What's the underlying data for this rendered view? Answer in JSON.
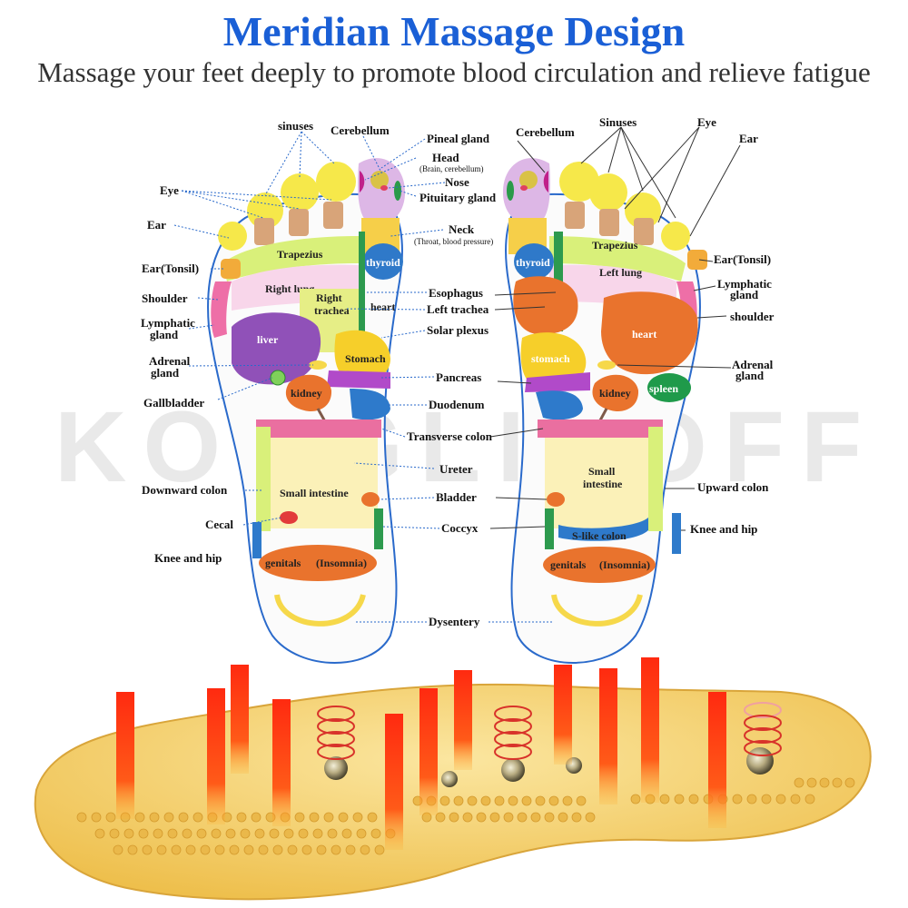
{
  "header": {
    "title": "Meridian Massage Design",
    "subtitle": "Massage your feet deeply to promote blood circulation and relieve fatigue"
  },
  "watermark": "KONGLIAOFF",
  "left_foot_labels": {
    "sinuses": "sinuses",
    "cerebellum": "Cerebellum",
    "eye": "Eye",
    "ear": "Ear",
    "ear_tonsil": "Ear(Tonsil)",
    "shoulder": "Shoulder",
    "lymphatic": "Lymphatic",
    "gland": "gland",
    "adrenal": "Adrenal",
    "adrenal_gland": "gland",
    "gallbladder": "Gallbladder",
    "downward_colon": "Downward colon",
    "cecal": "Cecal",
    "knee_hip": "Knee and hip"
  },
  "center_labels": {
    "pineal_gland": "Pineal gland",
    "head": "Head",
    "head_sub": "(Brain, cerebellum)",
    "nose": "Nose",
    "pituitary_gland": "Pituitary gland",
    "neck": "Neck",
    "neck_sub": "(Throat, blood pressure)",
    "esophagus": "Esophagus",
    "left_trachea": "Left trachea",
    "solar_plexus": "Solar plexus",
    "pancreas": "Pancreas",
    "duodenum": "Duodenum",
    "transverse_colon": "Transverse colon",
    "ureter": "Ureter",
    "bladder": "Bladder",
    "coccyx": "Coccyx",
    "dysentery": "Dysentery"
  },
  "right_foot_labels": {
    "cerebellum": "Cerebellum",
    "sinuses": "Sinuses",
    "eye": "Eye",
    "ear": "Ear",
    "ear_tonsil": "Ear(Tonsil)",
    "lymphatic": "Lymphatic",
    "gland": "gland",
    "shoulder": "shoulder",
    "adrenal": "Adrenal",
    "adrenal_gland": "gland",
    "upward_colon": "Upward colon",
    "knee_hip": "Knee and hip"
  },
  "left_foot_regions": {
    "trapezius": "Trapezius",
    "right_lung": "Right lung",
    "right": "Right",
    "trachea": "trachea",
    "thyroid": "thyroid",
    "heart": "heart",
    "liver": "liver",
    "stomach": "Stomach",
    "kidney": "kidney",
    "small_intestine": "Small intestine",
    "genitals": "genitals",
    "insomnia": "(Insomnia)"
  },
  "right_foot_regions": {
    "trapezius": "Trapezius",
    "left_lung": "Left lung",
    "thyroid": "thyroid",
    "heart": "heart",
    "stomach": "stomach",
    "kidney": "kidney",
    "spleen": "spleen",
    "small": "Small",
    "intestine": "intestine",
    "s_like_colon": "S-like colon",
    "genitals": "genitals",
    "insomnia": "(Insomnia)"
  },
  "colors": {
    "title_blue": "#1a5fd6",
    "insole_yellow": "#f3cd6a",
    "heat_red": "#e8301a",
    "magnet_ring": "#d8322a"
  }
}
